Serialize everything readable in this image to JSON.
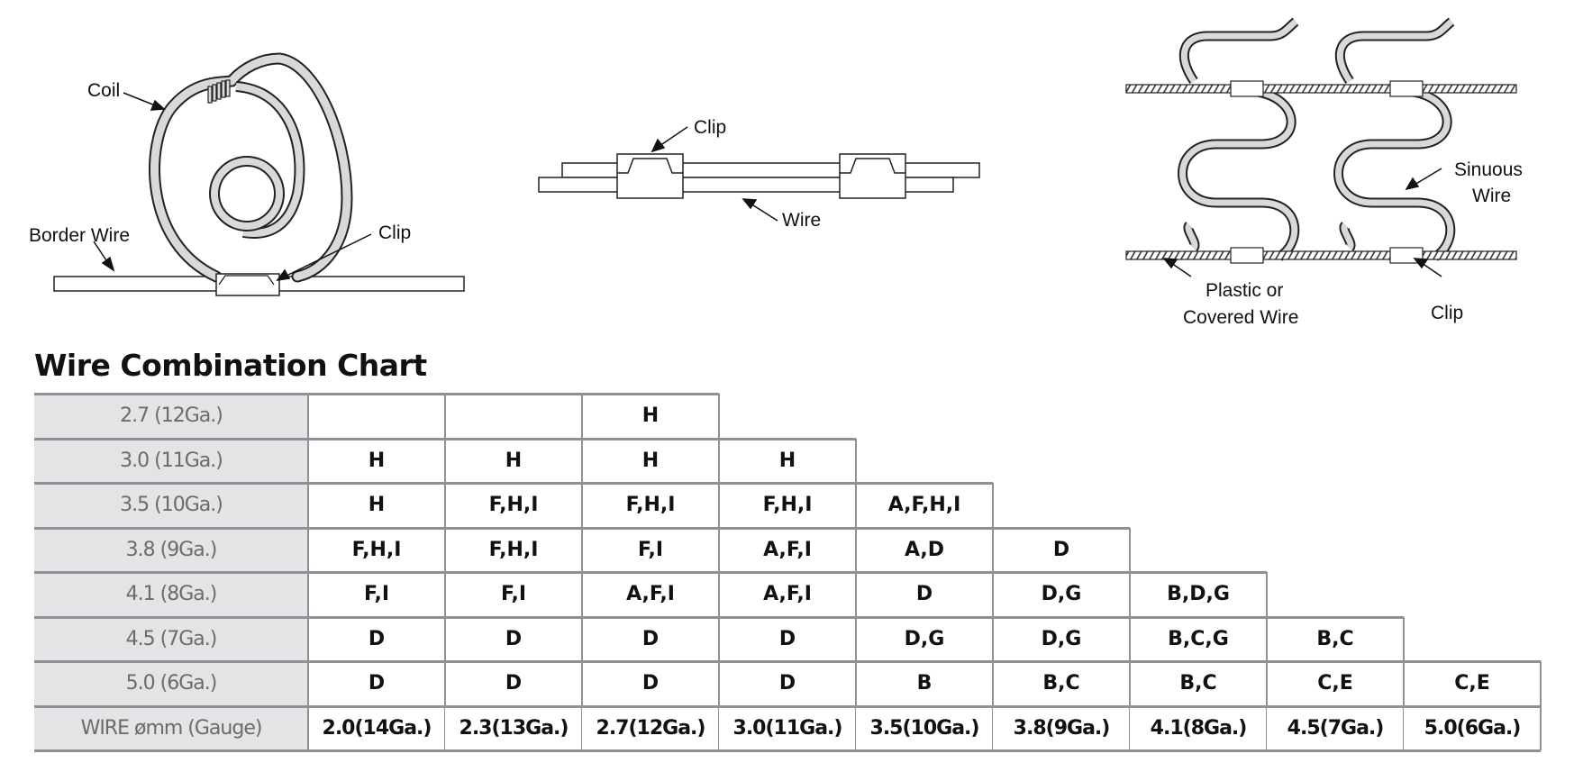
{
  "diagrams": {
    "coil": {
      "labels": {
        "coil": "Coil",
        "border_wire": "Border Wire",
        "clip": "Clip"
      }
    },
    "clip_wire": {
      "labels": {
        "clip": "Clip",
        "wire": "Wire"
      }
    },
    "sinuous": {
      "labels": {
        "sinuous_wire_line1": "Sinuous",
        "sinuous_wire_line2": "Wire",
        "plastic_line1": "Plastic or",
        "plastic_line2": "Covered Wire",
        "clip": "Clip"
      }
    }
  },
  "chart_data": {
    "type": "table",
    "title": "Wire Combination Chart",
    "row_header_label": "WIRE ømm (Gauge)",
    "columns": [
      "2.0(14Ga.)",
      "2.3(13Ga.)",
      "2.7(12Ga.)",
      "3.0(11Ga.)",
      "3.5(10Ga.)",
      "3.8(9Ga.)",
      "4.1(8Ga.)",
      "4.5(7Ga.)",
      "5.0(6Ga.)"
    ],
    "rows": [
      {
        "label": "2.7 (12Ga.)",
        "cells": [
          "",
          "",
          "H"
        ]
      },
      {
        "label": "3.0 (11Ga.)",
        "cells": [
          "H",
          "H",
          "H",
          "H"
        ]
      },
      {
        "label": "3.5 (10Ga.)",
        "cells": [
          "H",
          "F,H,I",
          "F,H,I",
          "F,H,I",
          "A,F,H,I"
        ]
      },
      {
        "label": "3.8 (9Ga.)",
        "cells": [
          "F,H,I",
          "F,H,I",
          "F,I",
          "A,F,I",
          "A,D",
          "D"
        ]
      },
      {
        "label": "4.1 (8Ga.)",
        "cells": [
          "F,I",
          "F,I",
          "A,F,I",
          "A,F,I",
          "D",
          "D,G",
          "B,D,G"
        ]
      },
      {
        "label": "4.5 (7Ga.)",
        "cells": [
          "D",
          "D",
          "D",
          "D",
          "D,G",
          "D,G",
          "B,C,G",
          "B,C"
        ]
      },
      {
        "label": "5.0 (6Ga.)",
        "cells": [
          "D",
          "D",
          "D",
          "D",
          "B",
          "B,C",
          "B,C",
          "C,E",
          "C,E"
        ]
      }
    ]
  },
  "colors": {
    "header_bg": "#e4e4e6",
    "header_text": "#6b6b6b",
    "grid_line": "#8d9196",
    "text": "#111111",
    "wire_fill": "#d9d9d9"
  }
}
